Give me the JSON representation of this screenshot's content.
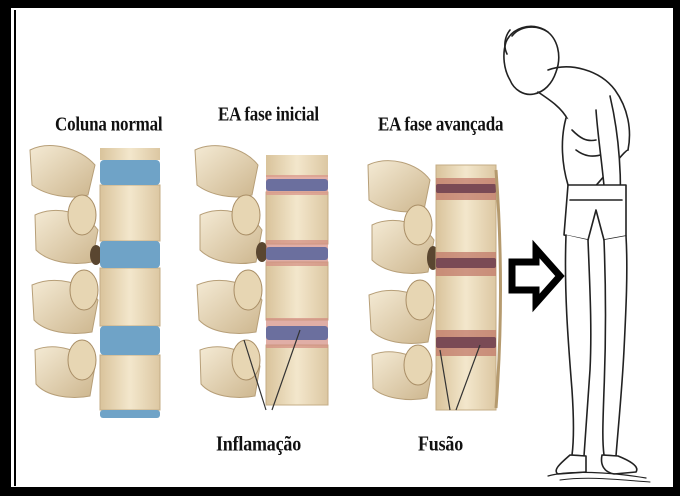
{
  "stages": [
    {
      "label": "Coluna normal",
      "disc_color": "#6fa3c7"
    },
    {
      "label": "EA fase inicial",
      "disc_color": "#6b6f9e"
    },
    {
      "label": "EA fase avançada",
      "disc_color": "#7a4a55"
    }
  ],
  "callouts": {
    "inflammation": "Inflamação",
    "fusion": "Fusão"
  },
  "colors": {
    "bone": "#efe2c4",
    "bone_shadow": "#c9b48c",
    "inflamed": "#c9776a",
    "arrow": "#000000"
  },
  "icons": {
    "progression_arrow": "right-arrow-icon"
  }
}
